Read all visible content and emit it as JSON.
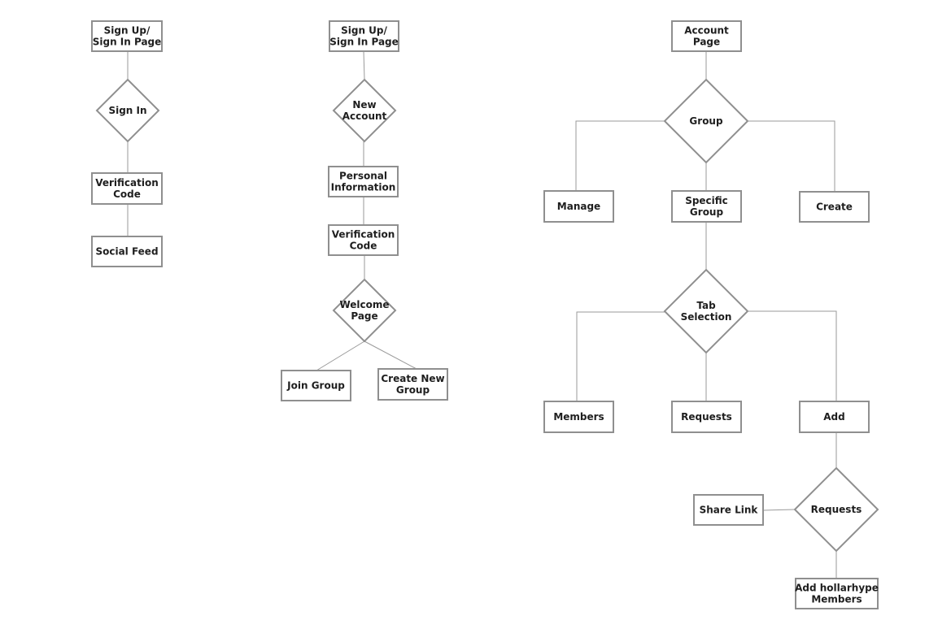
{
  "flows": [
    {
      "nodes": [
        {
          "id": "su1",
          "lines": [
            "Sign Up/",
            "Sign In Page"
          ],
          "shape": "box"
        },
        {
          "id": "si1",
          "lines": [
            "Sign In"
          ],
          "shape": "diamond"
        },
        {
          "id": "vc1",
          "lines": [
            "Verification",
            "Code"
          ],
          "shape": "box"
        },
        {
          "id": "sf1",
          "lines": [
            "Social Feed"
          ],
          "shape": "box"
        }
      ]
    },
    {
      "nodes": [
        {
          "id": "su2",
          "lines": [
            "Sign Up/",
            "Sign In Page"
          ],
          "shape": "box"
        },
        {
          "id": "na2",
          "lines": [
            "New",
            "Account"
          ],
          "shape": "diamond"
        },
        {
          "id": "pi2",
          "lines": [
            "Personal",
            "Information"
          ],
          "shape": "box"
        },
        {
          "id": "vc2",
          "lines": [
            "Verification",
            "Code"
          ],
          "shape": "box"
        },
        {
          "id": "wp2",
          "lines": [
            "Welcome",
            "Page"
          ],
          "shape": "diamond"
        },
        {
          "id": "jg2",
          "lines": [
            "Join Group"
          ],
          "shape": "box"
        },
        {
          "id": "cg2",
          "lines": [
            "Create New",
            "Group"
          ],
          "shape": "box"
        }
      ]
    },
    {
      "nodes": [
        {
          "id": "ap3",
          "lines": [
            "Account",
            "Page"
          ],
          "shape": "box"
        },
        {
          "id": "gr3",
          "lines": [
            "Group"
          ],
          "shape": "diamond"
        },
        {
          "id": "mg3",
          "lines": [
            "Manage"
          ],
          "shape": "box"
        },
        {
          "id": "sg3",
          "lines": [
            "Specific",
            "Group"
          ],
          "shape": "box"
        },
        {
          "id": "cr3",
          "lines": [
            "Create"
          ],
          "shape": "box"
        },
        {
          "id": "ts3",
          "lines": [
            "Tab",
            "Selection"
          ],
          "shape": "diamond"
        },
        {
          "id": "me3",
          "lines": [
            "Members"
          ],
          "shape": "box"
        },
        {
          "id": "rq3",
          "lines": [
            "Requests"
          ],
          "shape": "box"
        },
        {
          "id": "ad3",
          "lines": [
            "Add"
          ],
          "shape": "box"
        },
        {
          "id": "rd3",
          "lines": [
            "Requests"
          ],
          "shape": "diamond"
        },
        {
          "id": "sl3",
          "lines": [
            "Share Link"
          ],
          "shape": "box"
        },
        {
          "id": "hm3",
          "lines": [
            "Add hollarhype",
            "Members"
          ],
          "shape": "box"
        }
      ]
    }
  ],
  "edges": [
    [
      "su1",
      "si1"
    ],
    [
      "si1",
      "vc1"
    ],
    [
      "vc1",
      "sf1"
    ],
    [
      "su2",
      "na2"
    ],
    [
      "na2",
      "pi2"
    ],
    [
      "pi2",
      "vc2"
    ],
    [
      "vc2",
      "wp2"
    ],
    [
      "wp2",
      "jg2"
    ],
    [
      "wp2",
      "cg2"
    ],
    [
      "ap3",
      "gr3"
    ],
    [
      "gr3",
      "mg3"
    ],
    [
      "gr3",
      "sg3"
    ],
    [
      "gr3",
      "cr3"
    ],
    [
      "sg3",
      "ts3"
    ],
    [
      "ts3",
      "me3"
    ],
    [
      "ts3",
      "rq3"
    ],
    [
      "ts3",
      "ad3"
    ],
    [
      "ad3",
      "rd3"
    ],
    [
      "rd3",
      "sl3"
    ],
    [
      "rd3",
      "hm3"
    ]
  ]
}
